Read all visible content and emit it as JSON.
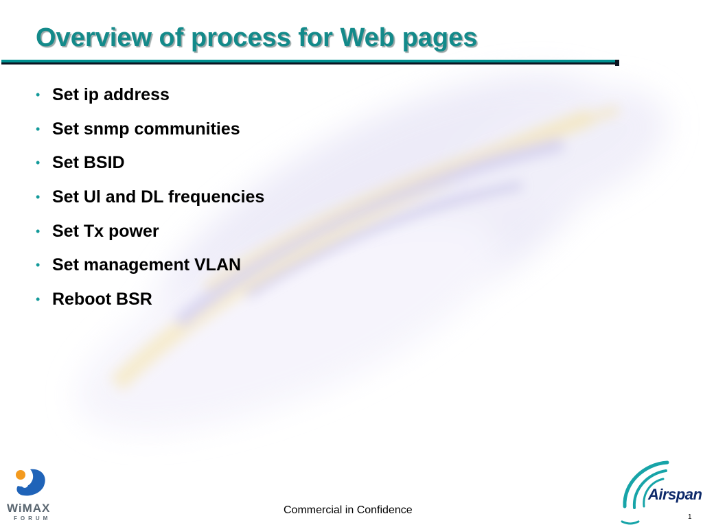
{
  "slide": {
    "title": "Overview of process for Web pages",
    "bullets": [
      "Set ip address",
      "Set snmp communities",
      "Set BSID",
      "Set Ul and DL frequencies",
      "Set Tx power",
      "Set management VLAN",
      "Reboot BSR"
    ],
    "bullet_glyph": "•",
    "footer_text": "Commercial in Confidence",
    "page_number": "1"
  },
  "logos": {
    "wimax_word": "WiMAX",
    "wimax_forum": "FORUM",
    "airspan_word": "Airspan"
  },
  "colors": {
    "title": "#138a8a",
    "rule": "#009090",
    "bullet": "#139a9a",
    "wimax_orange": "#f39a1e",
    "wimax_blue": "#1f63b8",
    "airspan_teal": "#17a4a8",
    "airspan_navy": "#0e2a6a"
  }
}
